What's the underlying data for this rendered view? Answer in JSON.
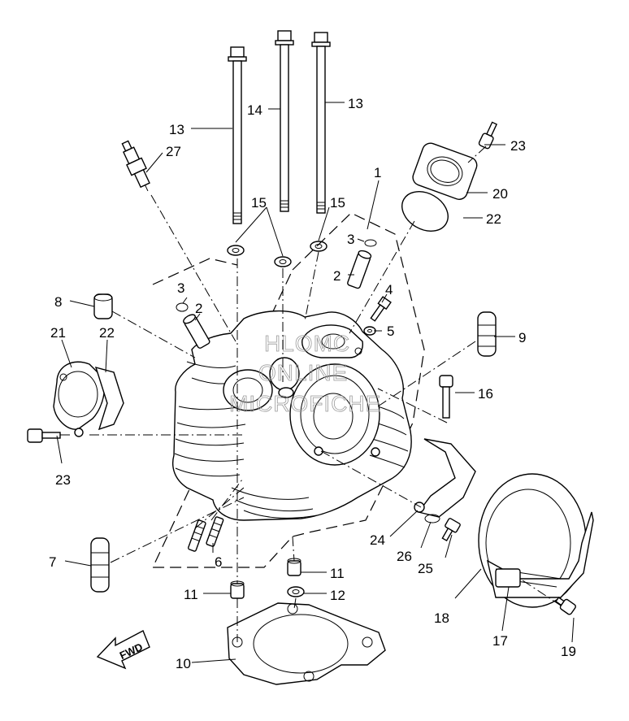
{
  "labels": {
    "l1": "1",
    "l2a": "2",
    "l2b": "2",
    "l3a": "3",
    "l3b": "3",
    "l4": "4",
    "l5": "5",
    "l6": "6",
    "l7": "7",
    "l8": "8",
    "l9": "9",
    "l10": "10",
    "l11a": "11",
    "l11b": "11",
    "l12": "12",
    "l13a": "13",
    "l13b": "13",
    "l14": "14",
    "l15a": "15",
    "l15b": "15",
    "l16": "16",
    "l17": "17",
    "l18": "18",
    "l19": "19",
    "l20": "20",
    "l21": "21",
    "l22a": "22",
    "l22b": "22",
    "l23a": "23",
    "l23b": "23",
    "l24": "24",
    "l25": "25",
    "l26": "26",
    "l27": "27"
  },
  "watermark": {
    "line1": "HLOMC",
    "line2": "ONLINE",
    "line3": "MICROFICHE"
  },
  "fwd_arrow": "FWD"
}
